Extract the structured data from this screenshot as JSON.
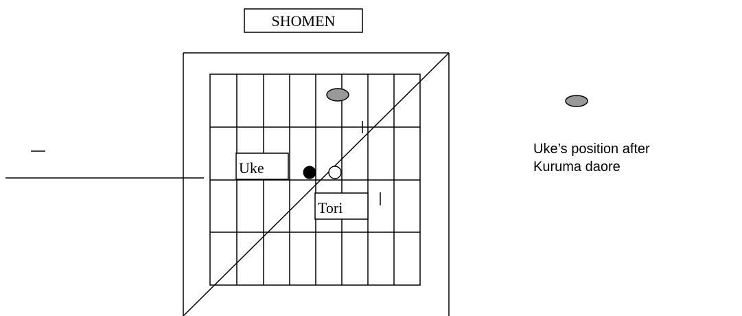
{
  "diagram": {
    "header_label": "SHOMEN",
    "uke_label": "Uke",
    "tori_label": "Tori",
    "small_dash": "–"
  },
  "legend": {
    "line1": "Uke’s position after",
    "line2": "Kuruma daore",
    "marker_color": "#999999"
  },
  "colors": {
    "stroke": "#000000",
    "uke_dot": "#000000",
    "tori_dot": "#ffffff",
    "final_position": "#999999"
  }
}
